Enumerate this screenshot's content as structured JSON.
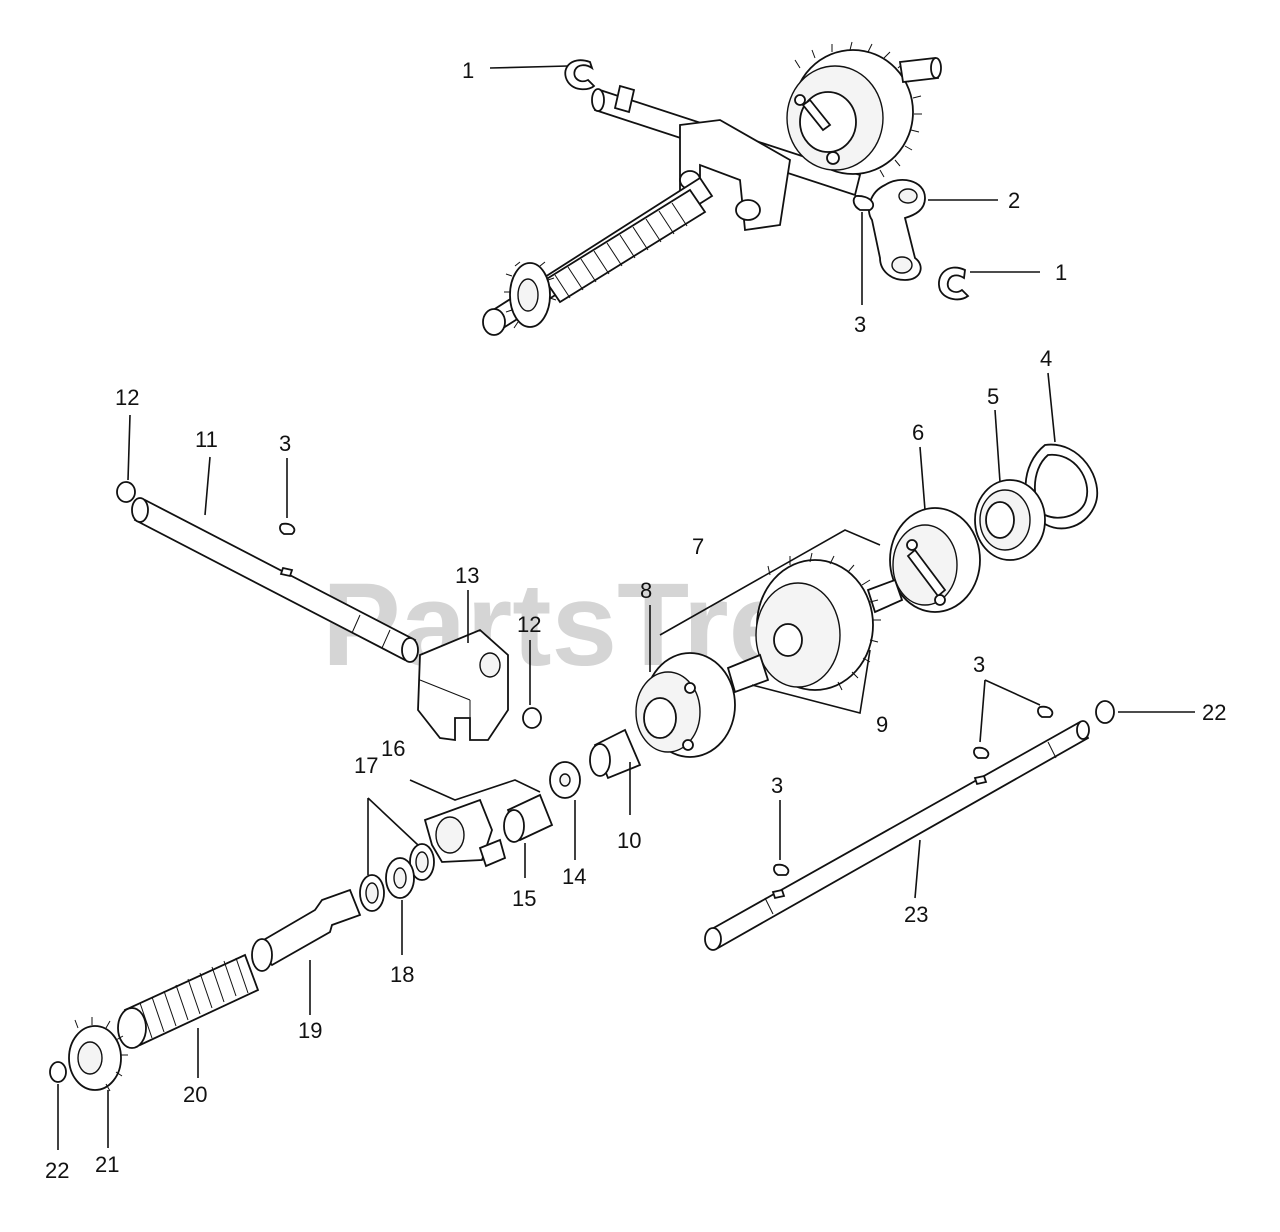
{
  "watermark": "PartsTree",
  "labels": {
    "l1a": "1",
    "l1b": "1",
    "l2": "2",
    "l3a": "3",
    "l3b": "3",
    "l3c": "3",
    "l3d": "3",
    "l4": "4",
    "l5": "5",
    "l6": "6",
    "l7": "7",
    "l8": "8",
    "l9": "9",
    "l10": "10",
    "l11": "11",
    "l12a": "12",
    "l12b": "12",
    "l13": "13",
    "l14": "14",
    "l15": "15",
    "l16": "16",
    "l17": "17",
    "l18": "18",
    "l19": "19",
    "l20": "20",
    "l21": "21",
    "l22a": "22",
    "l22b": "22",
    "l23": "23"
  }
}
